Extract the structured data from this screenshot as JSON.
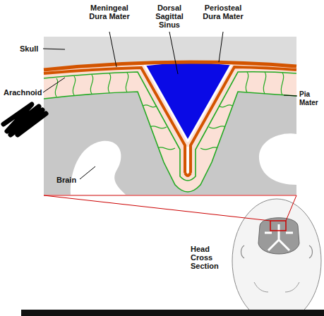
{
  "diagram": {
    "labels": [
      "Meningeal Dura Mater",
      "Dorsal Sagittal Sinus",
      "Periosteal Dura Mater",
      "Skull",
      "Arachnoid",
      "Pia Mater",
      "Brain",
      "Head Cross Section"
    ]
  }
}
